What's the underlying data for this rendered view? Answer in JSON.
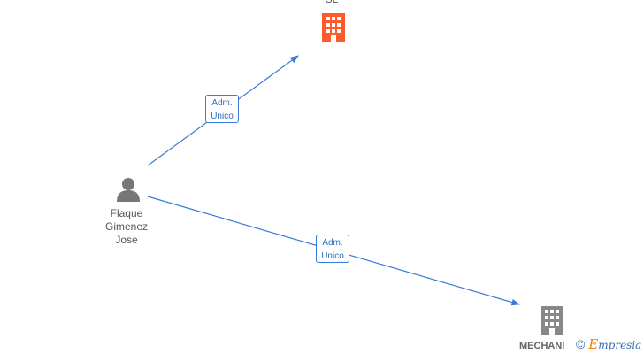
{
  "nodes": {
    "company_top": {
      "label": "SL",
      "color": "#ff5a2c",
      "icon": "building-icon"
    },
    "person": {
      "label_lines": [
        "Flaque",
        "Gimenez",
        "Jose"
      ],
      "color": "#777777",
      "icon": "person-icon"
    },
    "company_bottom": {
      "label": "MECHANI",
      "color": "#888888",
      "icon": "building-icon"
    }
  },
  "edges": [
    {
      "from": "person",
      "to": "company_top",
      "label_lines": [
        "Adm.",
        "Unico"
      ]
    },
    {
      "from": "person",
      "to": "company_bottom",
      "label_lines": [
        "Adm.",
        "Unico"
      ]
    }
  ],
  "edge_color": "#3a7bd5",
  "watermark": {
    "symbol": "©",
    "brand_initial": "E",
    "brand_rest": "mpresia"
  }
}
